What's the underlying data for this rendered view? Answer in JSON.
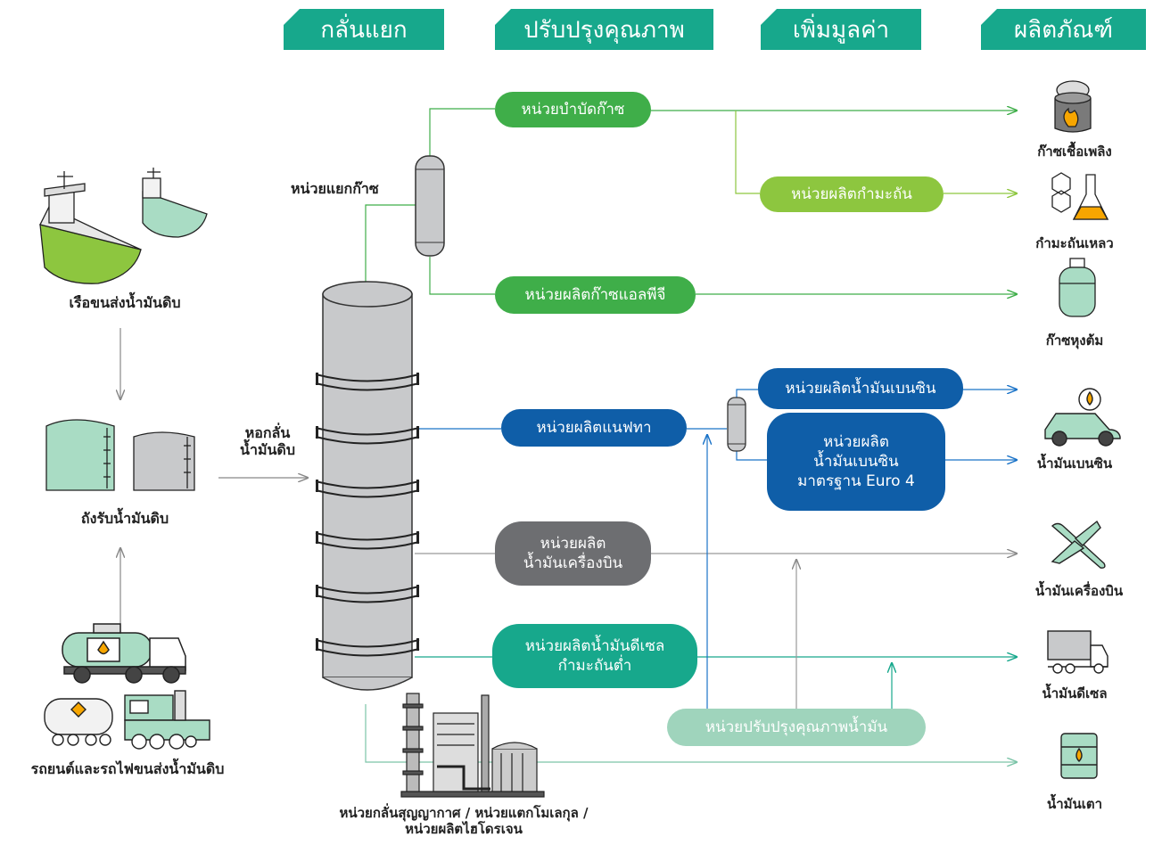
{
  "headers": [
    "กลั่นแยก",
    "ปรับปรุงคุณภาพ",
    "เพิ่มมูลค่า",
    "ผลิตภัณฑ์"
  ],
  "units": {
    "gas_treating": "หน่วยบำบัดก๊าซ",
    "petrochemical": "หน่วยผลิตกำมะถัน",
    "lpg": "หน่วยผลิตก๊าซแอลพีจี",
    "gasoline": "หน่วยผลิตน้ำมันเบนซิน",
    "euro4": "หน่วยผลิต\nน้ำมันเบนซิน\nมาตรฐาน Euro 4",
    "naphtha": "หน่วยผลิตแนฟทา",
    "jet": "หน่วยผลิต\nน้ำมันเครื่องบิน",
    "diesel": "หน่วยผลิตน้ำมันดีเซล\nกำมะถันต่ำ",
    "upgrading": "หน่วยปรับปรุงคุณภาพน้ำมัน"
  },
  "labels": {
    "gas_separator": "หน่วยแยกก๊าซ",
    "distillation_tower": "หอกลั่น\nน้ำมันดิบ",
    "crude_ships": "เรือขนส่งน้ำมันดิบ",
    "crude_tanks": "ถังรับน้ำมันดิบ",
    "land_transport": "รถยนต์และรถไฟขนส่งน้ำมันดิบ",
    "vacuum_units": "หน่วยกลั่นสุญญากาศ / หน่วยแตกโมเลกุล /\nหน่วยผลิตไฮโดรเจน"
  },
  "products": [
    "ก๊าซเชื้อเพลิง",
    "กำมะถันเหลว",
    "ก๊าซหุงต้ม",
    "น้ำมันเบนซิน",
    "น้ำมันเครื่องบิน",
    "น้ำมันดีเซล",
    "น้ำมันเตา"
  ],
  "colors": {
    "header": "#17a88c",
    "green": "#3fae49",
    "light_green": "#8dc63f",
    "blue": "#0f5ea8",
    "gray": "#6d6e71",
    "teal": "#17a88c",
    "pale_teal": "#9fd4bc"
  },
  "icons": [
    "ship-icon",
    "storage-tank-icon",
    "tanker-truck-icon",
    "train-icon",
    "distillation-tower-icon",
    "separator-icon",
    "factory-icon",
    "fuel-drum-icon",
    "flask-icon",
    "gas-cylinder-icon",
    "car-icon",
    "airplane-icon",
    "truck-icon",
    "oil-drum-icon"
  ]
}
